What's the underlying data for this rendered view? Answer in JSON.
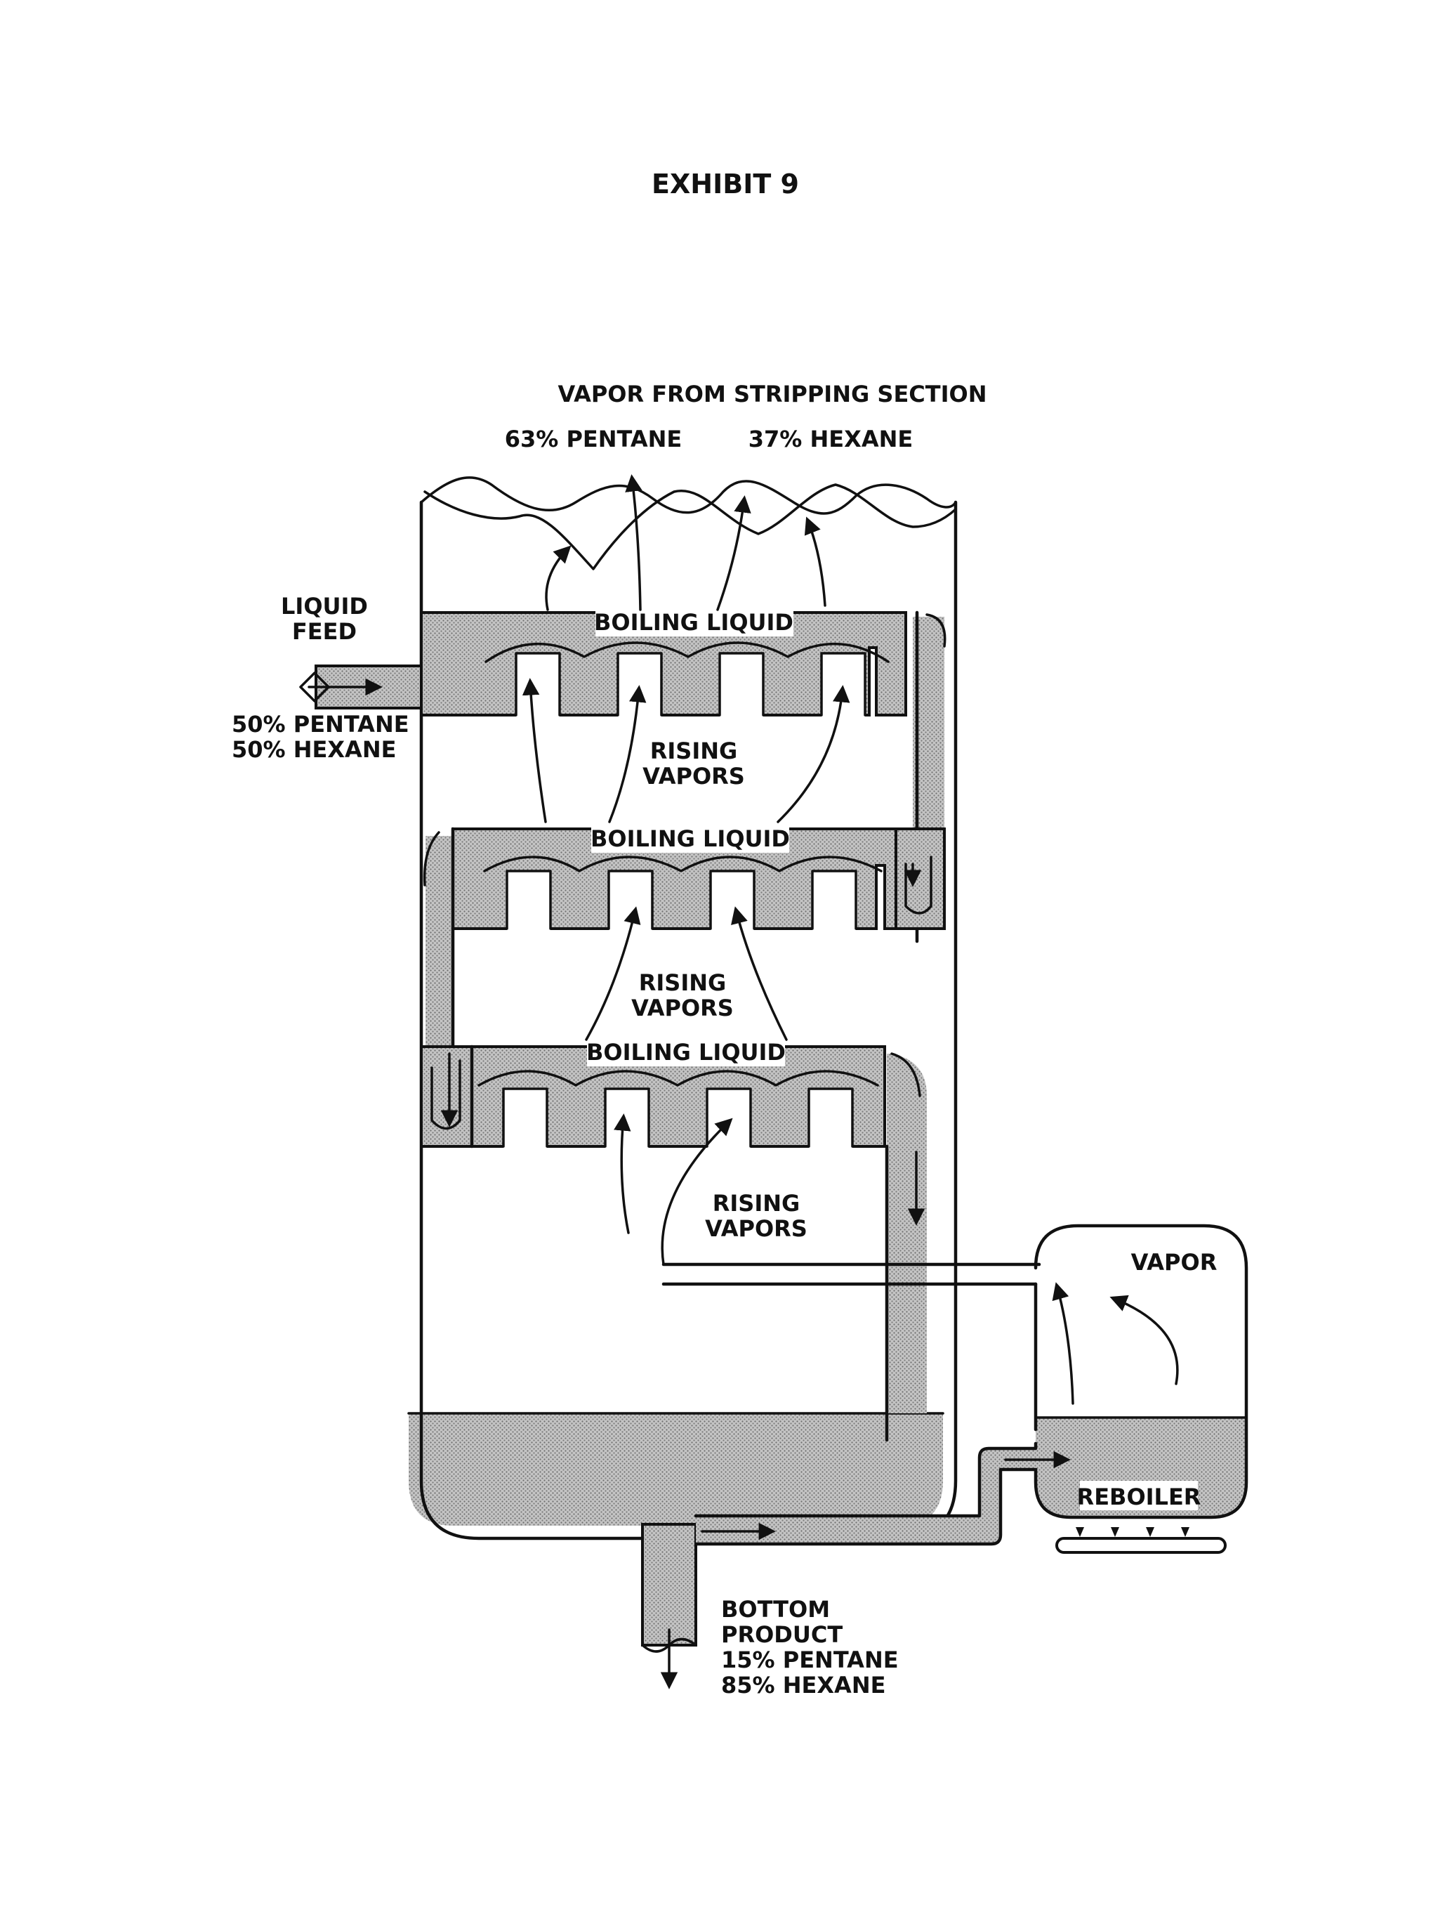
{
  "title": "EXHIBIT 9",
  "top": {
    "heading": "VAPOR FROM STRIPPING SECTION",
    "pentane": "63% PENTANE",
    "hexane": "37% HEXANE"
  },
  "feed": {
    "line1": "LIQUID",
    "line2": "FEED",
    "pentane": "50% PENTANE",
    "hexane": "50% HEXANE"
  },
  "trays": [
    {
      "label": "BOILING LIQUID"
    },
    {
      "label": "BOILING LIQUID"
    },
    {
      "label": "BOILING LIQUID"
    }
  ],
  "rising": [
    {
      "line1": "RISING",
      "line2": "VAPORS"
    },
    {
      "line1": "RISING",
      "line2": "VAPORS"
    },
    {
      "line1": "RISING",
      "line2": "VAPORS"
    }
  ],
  "reboiler": {
    "vapor": "VAPOR",
    "label": "REBOILER"
  },
  "bottom": {
    "line1": "BOTTOM",
    "line2": "PRODUCT",
    "pentane": "15% PENTANE",
    "hexane": "85% HEXANE"
  }
}
